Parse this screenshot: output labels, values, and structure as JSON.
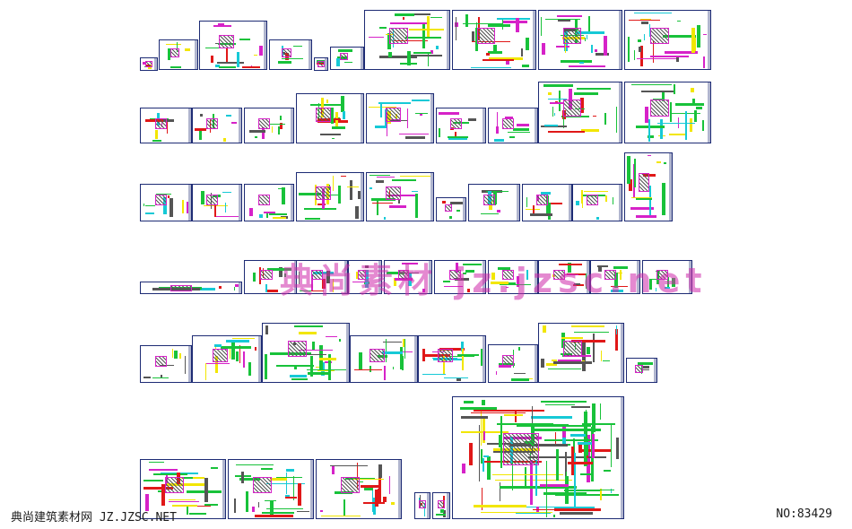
{
  "watermark": "典尚素材 jz.jzsc.net",
  "footer": {
    "site": "典尚建筑素材网 JZ.JZSC.NET",
    "number": "NO:83429"
  },
  "palette": {
    "frame": "#1d2b74",
    "green": "#18c23a",
    "yellow": "#f2e600",
    "magenta": "#d622c8",
    "cyan": "#16c9d6",
    "hatch": "#555555",
    "red": "#e01818",
    "watermark": "#cd28aa"
  }
}
